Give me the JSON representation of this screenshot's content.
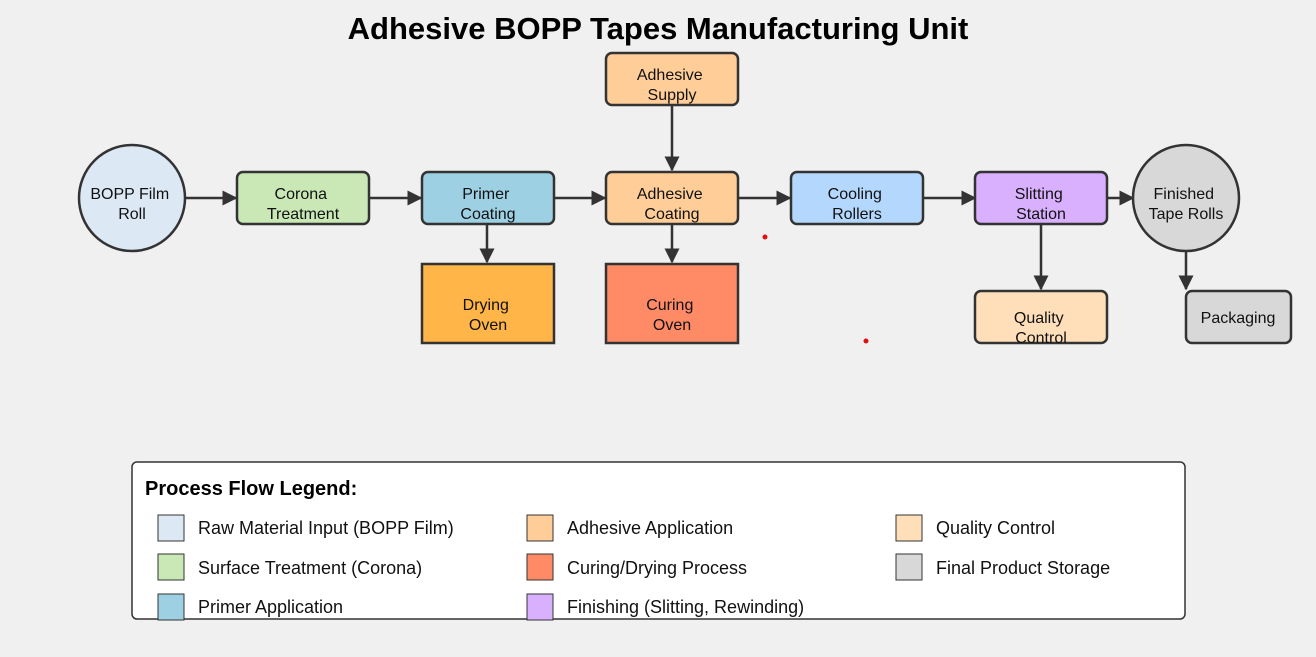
{
  "title": "Adhesive BOPP Tapes Manufacturing Unit",
  "nodes": {
    "bopp_film_roll": {
      "line1": "BOPP Film",
      "line2": "Roll",
      "color": "#dce9f5"
    },
    "corona_treatment": {
      "line1": "Corona",
      "line2": "Treatment",
      "color": "#c9e8b6"
    },
    "primer_coating": {
      "line1": "Primer",
      "line2": "Coating",
      "color": "#9ed0e3"
    },
    "adhesive_coating": {
      "line1": "Adhesive",
      "line2": "Coating",
      "color": "#ffcd98"
    },
    "adhesive_supply": {
      "line1": "Adhesive",
      "line2": "Supply",
      "color": "#ffcd98"
    },
    "cooling_rollers": {
      "line1": "Cooling",
      "line2": "Rollers",
      "color": "#b4d8fd"
    },
    "slitting_station": {
      "line1": "Slitting",
      "line2": "Station",
      "color": "#d9b0fd"
    },
    "finished_tape_rolls": {
      "line1": "Finished",
      "line2": "Tape Rolls",
      "color": "#d8d8d8"
    },
    "drying_oven": {
      "line1": "Drying",
      "line2": "Oven",
      "color": "#ffb547"
    },
    "curing_oven": {
      "line1": "Curing",
      "line2": "Oven",
      "color": "#ff8a66"
    },
    "quality_control": {
      "line1": "Quality",
      "line2": "Control",
      "color": "#ffdfba"
    },
    "packaging": {
      "line1": "Packaging",
      "color": "#d8d8d8"
    }
  },
  "legend": {
    "title": "Process Flow Legend:",
    "items": [
      {
        "label": "Raw Material Input (BOPP Film)",
        "color": "#dce9f5"
      },
      {
        "label": "Adhesive Application",
        "color": "#ffcd98"
      },
      {
        "label": "Quality Control",
        "color": "#ffdfba"
      },
      {
        "label": "Surface Treatment (Corona)",
        "color": "#c9e8b6"
      },
      {
        "label": "Curing/Drying Process",
        "color": "#ff8a66"
      },
      {
        "label": "Final Product Storage",
        "color": "#d8d8d8"
      },
      {
        "label": "Primer Application",
        "color": "#9ed0e3"
      },
      {
        "label": "Finishing (Slitting, Rewinding)",
        "color": "#d9b0fd"
      }
    ]
  },
  "colors": {
    "background": "#f0f0f0",
    "stroke": "#333333",
    "marker_dot": "#dd1111"
  }
}
